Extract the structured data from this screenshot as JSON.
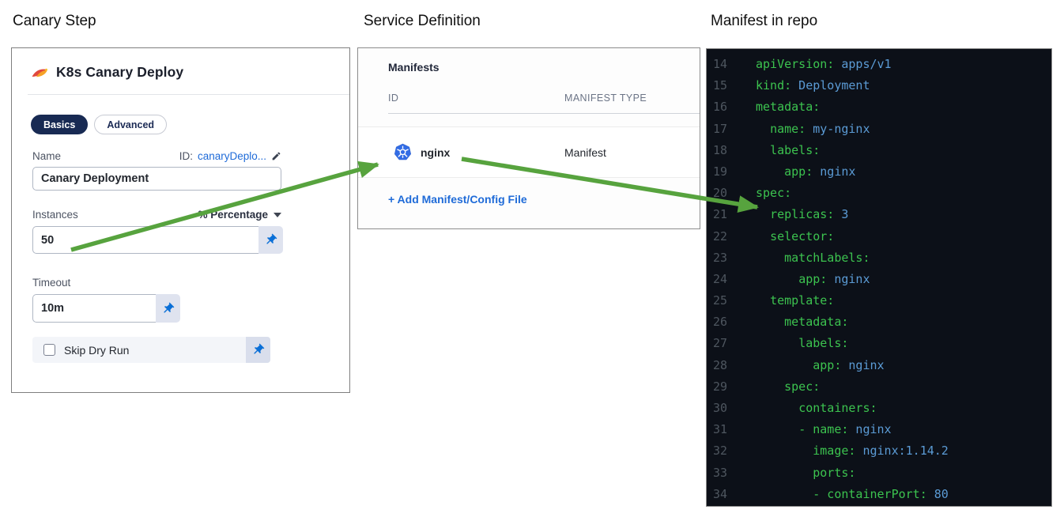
{
  "headers": {
    "panel1": "Canary Step",
    "panel2": "Service Definition",
    "panel3": "Manifest in repo"
  },
  "canary_step": {
    "title": "K8s Canary Deploy",
    "tabs": [
      {
        "label": "Basics",
        "active": true
      },
      {
        "label": "Advanced",
        "active": false
      }
    ],
    "name_label": "Name",
    "id_prefix": "ID:",
    "id_value": "canaryDeplo...",
    "name_value": "Canary Deployment",
    "instances_label": "Instances",
    "instances_unit": "% Percentage",
    "instances_value": "50",
    "timeout_label": "Timeout",
    "timeout_value": "10m",
    "skip_label": "Skip Dry Run",
    "skip_checked": false
  },
  "service_definition": {
    "section_title": "Manifests",
    "columns": [
      "ID",
      "MANIFEST TYPE"
    ],
    "rows": [
      {
        "id": "nginx",
        "type": "Manifest",
        "icon": "kubernetes-icon"
      }
    ],
    "add_link": "+ Add Manifest/Config File"
  },
  "manifest_repo": {
    "lines": [
      {
        "num": 14,
        "indent": 0,
        "tokens": [
          {
            "c": "k",
            "t": "apiVersion:"
          },
          {
            "c": "v",
            "t": " apps/v1"
          }
        ]
      },
      {
        "num": 15,
        "indent": 0,
        "tokens": [
          {
            "c": "k",
            "t": "kind:"
          },
          {
            "c": "v",
            "t": " Deployment"
          }
        ]
      },
      {
        "num": 16,
        "indent": 0,
        "tokens": [
          {
            "c": "k",
            "t": "metadata:"
          }
        ]
      },
      {
        "num": 17,
        "indent": 2,
        "tokens": [
          {
            "c": "k",
            "t": "name:"
          },
          {
            "c": "v",
            "t": " my-nginx"
          }
        ]
      },
      {
        "num": 18,
        "indent": 2,
        "tokens": [
          {
            "c": "k",
            "t": "labels:"
          }
        ]
      },
      {
        "num": 19,
        "indent": 4,
        "tokens": [
          {
            "c": "k",
            "t": "app:"
          },
          {
            "c": "v",
            "t": " nginx"
          }
        ]
      },
      {
        "num": 20,
        "indent": 0,
        "tokens": [
          {
            "c": "k",
            "t": "spec:"
          }
        ]
      },
      {
        "num": 21,
        "indent": 2,
        "tokens": [
          {
            "c": "k",
            "t": "replicas:"
          },
          {
            "c": "v",
            "t": " 3"
          }
        ]
      },
      {
        "num": 22,
        "indent": 2,
        "tokens": [
          {
            "c": "k",
            "t": "selector:"
          }
        ]
      },
      {
        "num": 23,
        "indent": 4,
        "tokens": [
          {
            "c": "k",
            "t": "matchLabels:"
          }
        ]
      },
      {
        "num": 24,
        "indent": 6,
        "tokens": [
          {
            "c": "k",
            "t": "app:"
          },
          {
            "c": "v",
            "t": " nginx"
          }
        ]
      },
      {
        "num": 25,
        "indent": 2,
        "tokens": [
          {
            "c": "k",
            "t": "template:"
          }
        ]
      },
      {
        "num": 26,
        "indent": 4,
        "tokens": [
          {
            "c": "k",
            "t": "metadata:"
          }
        ]
      },
      {
        "num": 27,
        "indent": 6,
        "tokens": [
          {
            "c": "k",
            "t": "labels:"
          }
        ]
      },
      {
        "num": 28,
        "indent": 8,
        "tokens": [
          {
            "c": "k",
            "t": "app:"
          },
          {
            "c": "v",
            "t": " nginx"
          }
        ]
      },
      {
        "num": 29,
        "indent": 4,
        "tokens": [
          {
            "c": "k",
            "t": "spec:"
          }
        ]
      },
      {
        "num": 30,
        "indent": 6,
        "tokens": [
          {
            "c": "k",
            "t": "containers:"
          }
        ]
      },
      {
        "num": 31,
        "indent": 6,
        "tokens": [
          {
            "c": "k",
            "t": "- name:"
          },
          {
            "c": "v",
            "t": " nginx"
          }
        ]
      },
      {
        "num": 32,
        "indent": 8,
        "tokens": [
          {
            "c": "k",
            "t": "image:"
          },
          {
            "c": "v",
            "t": " nginx:1.14.2"
          }
        ]
      },
      {
        "num": 33,
        "indent": 8,
        "tokens": [
          {
            "c": "k",
            "t": "ports:"
          }
        ]
      },
      {
        "num": 34,
        "indent": 8,
        "tokens": [
          {
            "c": "k",
            "t": "- containerPort:"
          },
          {
            "c": "v",
            "t": " 80"
          }
        ]
      }
    ]
  },
  "colors": {
    "accent_blue": "#1f6bd8",
    "navy_pill": "#182a53",
    "arrow_green": "#57a33e",
    "code_background": "#0c1018",
    "code_key_green": "#3cc34f",
    "code_value_blue": "#5b9bd5",
    "code_line_number": "#4e565f",
    "kubernetes_blue": "#326ce5",
    "pin_blue": "#0a6fd7"
  }
}
